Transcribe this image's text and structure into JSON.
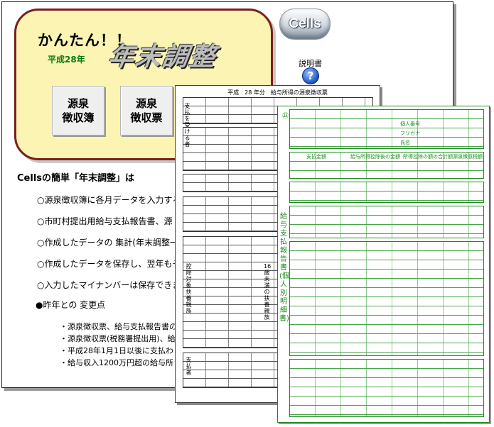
{
  "banner": {
    "title": "かんたん！！",
    "era": "平成28年",
    "product_name": "年末調整",
    "buttons": [
      {
        "label": "源泉\n徴収簿"
      },
      {
        "label": "源泉\n徴収票"
      }
    ]
  },
  "logo": {
    "text": "Cells"
  },
  "help": {
    "label": "説明書",
    "icon": "question-icon"
  },
  "intro": {
    "heading": "Cellsの簡単「年末調整」は",
    "items": [
      "○源泉徴収簿に各月データを入力する",
      "○市町村提出用給与支払報告書、源",
      "○作成したデータの 集計(年末調整一",
      "○作成したデータを保存し、翌年もその",
      "○入力したマイナンバーは保存できま"
    ],
    "changes_heading": "●昨年との 変更点",
    "changes": [
      "・源泉徴収票、給与支払報告書の",
      "・源泉徴収票(税務署提出用)、給",
      "・平成28年1月1日以後に支払わ",
      "・給与収入1200万円超の給与所"
    ]
  },
  "doc_withholding": {
    "header": "平成　28 年分　給与所得の源泉徴収票",
    "col1": "支払を受ける者",
    "col2": "控除対象扶養親族",
    "col3": "16歳未満の扶養親族",
    "col4": "支払者"
  },
  "doc_payment_report": {
    "vertical_title": "給与支払報告書(個人別明細書)",
    "number": "㉓",
    "labels": [
      "支払金額",
      "給与所得控除後の金額",
      "所得控除の額の合計額",
      "源泉徴収税額"
    ],
    "furigana": "フリガナ",
    "name": "氏名",
    "my_number": "個人番号"
  },
  "colors": {
    "banner_bg": "#fbf4b2",
    "banner_border": "#7a1f1f",
    "form_green": "#1d8a1d",
    "era_green": "#0a7a16",
    "help_blue": "#1a53c4"
  }
}
